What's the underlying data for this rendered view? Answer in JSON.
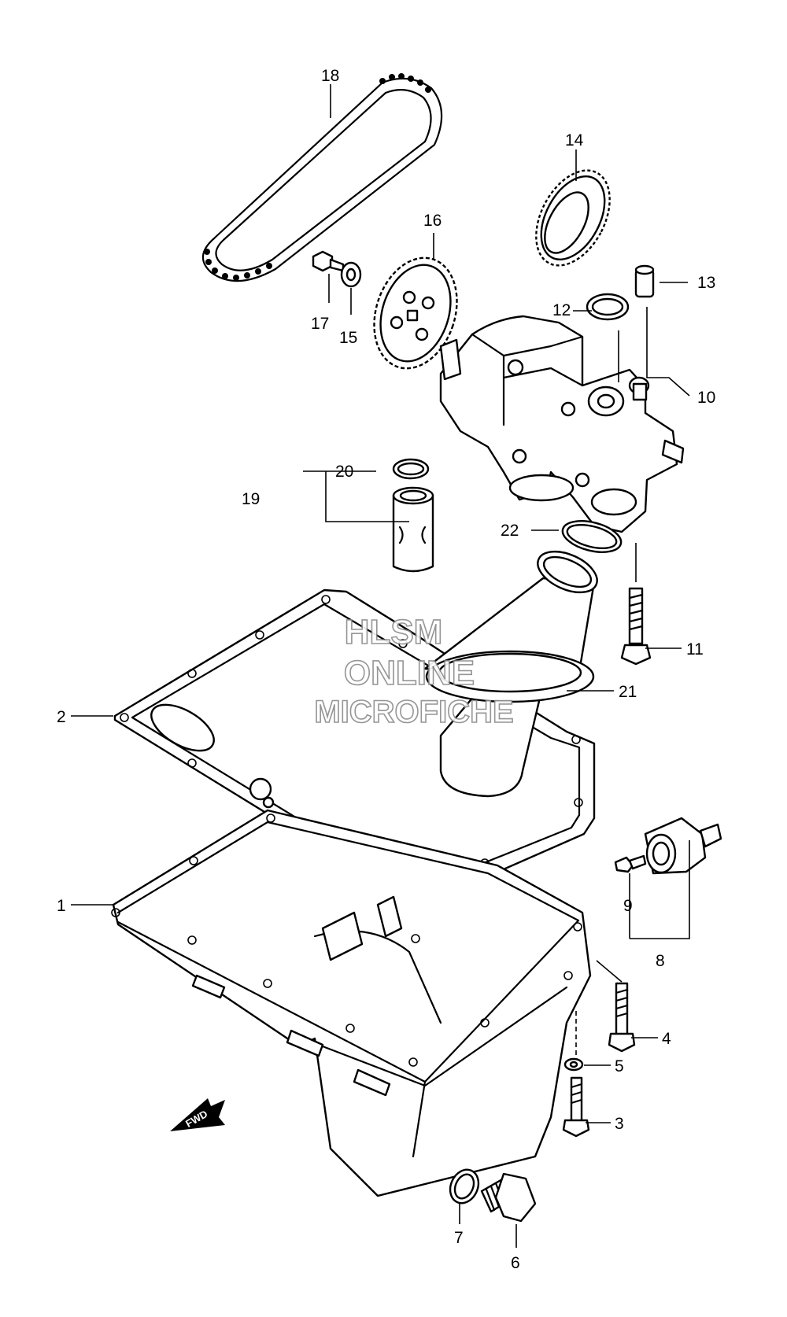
{
  "callouts": {
    "c1": "1",
    "c2": "2",
    "c3": "3",
    "c4": "4",
    "c5": "5",
    "c6": "6",
    "c7": "7",
    "c8": "8",
    "c9": "9",
    "c10": "10",
    "c11": "11",
    "c12": "12",
    "c13": "13",
    "c14": "14",
    "c15": "15",
    "c16": "16",
    "c17": "17",
    "c18": "18",
    "c19": "19",
    "c20": "20",
    "c21": "21",
    "c22": "22"
  },
  "watermark": {
    "line1": "HLSM",
    "line2": "ONLINE",
    "line3": "MICROFICHE"
  },
  "direction_arrow": {
    "label": "FWD",
    "icon": "forward-arrow-icon"
  }
}
